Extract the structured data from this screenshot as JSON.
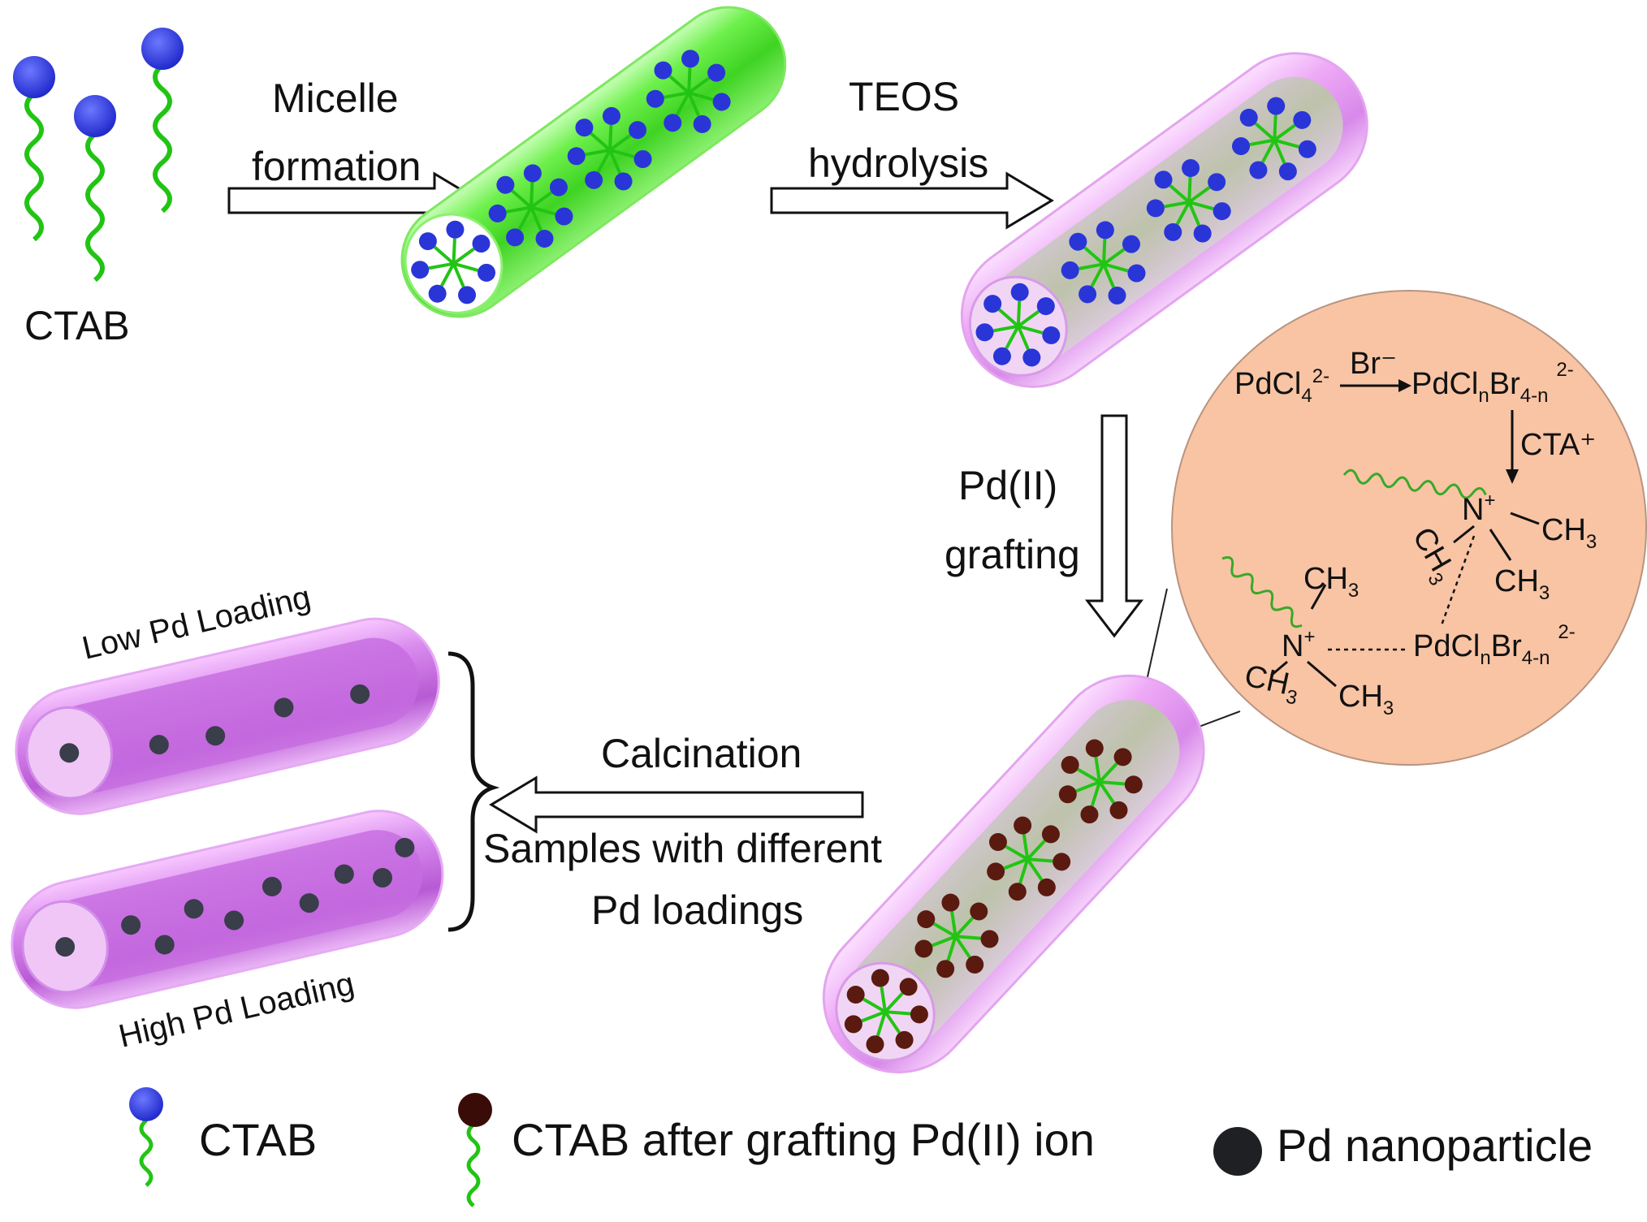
{
  "labels": {
    "ctab_top": "CTAB",
    "micelle_1": "Micelle",
    "micelle_2": "formation",
    "teos_1": "TEOS",
    "teos_2": "hydrolysis",
    "pd_1": "Pd(II)",
    "pd_2": "grafting",
    "calcination": "Calcination",
    "samples_1": "Samples with different",
    "samples_2": "Pd loadings",
    "low_loading": "Low Pd Loading",
    "high_loading": "High Pd Loading"
  },
  "chemistry": {
    "pdcl4": "PdCl",
    "pdcl4_sub": "4",
    "pdcl4_sup": "2-",
    "br_minus": "Br⁻",
    "pdclnbr": "PdCl",
    "n_sub": "n",
    "br": "Br",
    "four_n_sub": "4-n",
    "two_minus": "2-",
    "cta_plus": "CTA⁺",
    "n_plus": "N",
    "plus": "+",
    "ch3": "CH",
    "three": "3"
  },
  "legend": {
    "ctab": "CTAB",
    "ctab_grafted": "CTAB after grafting Pd(II) ion",
    "pd_nanoparticle": "Pd nanoparticle"
  },
  "colors": {
    "head_blue": "#2a35d8",
    "tail_green": "#22c414",
    "micelle_green": "#57e83a",
    "silica_pink": "#e49bf0",
    "calcined_purple": "#c768e0",
    "grafted_brown": "#5a1a10",
    "nanoparticle": "#3a3d4a",
    "zoom_circle": "#f8c4a4"
  }
}
